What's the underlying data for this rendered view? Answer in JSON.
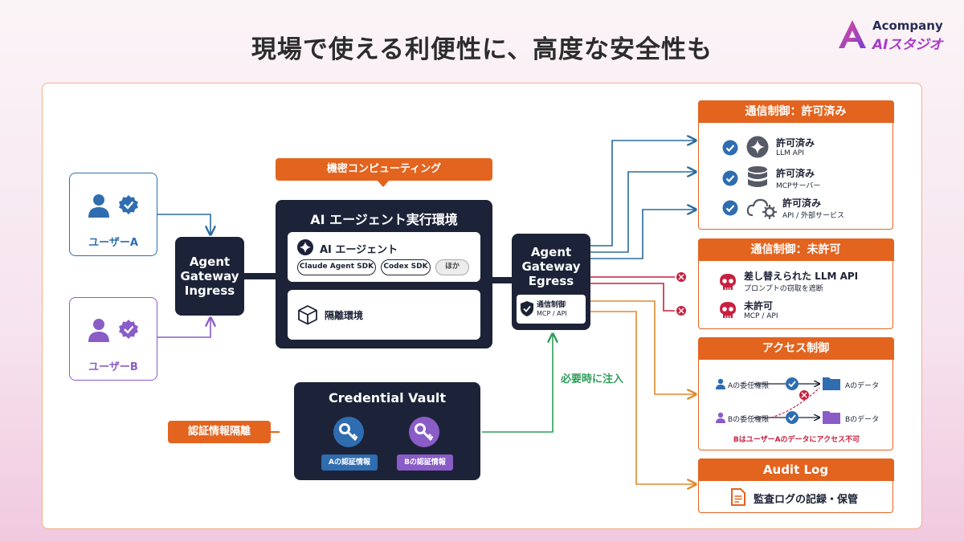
{
  "title": "現場で使える利便性に、高度な安全性も",
  "logo": {
    "line1": "Acompany",
    "line2": "AIスタジオ"
  },
  "users": [
    {
      "label": "ユーザーA",
      "color": "#2f6db0"
    },
    {
      "label": "ユーザーB",
      "color": "#8a5cc7"
    }
  ],
  "ingress": {
    "label": "Agent\nGateway\nIngress"
  },
  "confidential_tag": "機密コンピューティング",
  "runtime": {
    "title": "AI エージェント実行環境",
    "agent_label": "AI エージェント",
    "chips": [
      "Claude Agent SDK",
      "Codex SDK",
      "ほか"
    ],
    "isolation_label": "隔離環境"
  },
  "egress": {
    "label": "Agent\nGateway\nEgress",
    "control_title": "通信制御",
    "control_sub": "MCP / API"
  },
  "vault": {
    "title": "Credential Vault",
    "key_a": "Aの認証情報",
    "key_b": "Bの認証情報"
  },
  "isolation_tag": "認証情報隔離",
  "inject_label": "必要時に注入",
  "allowed_panel": {
    "title": "通信制御：許可済み",
    "items": [
      {
        "title": "許可済み",
        "sub": "LLM API",
        "icon": "sparkle-icon"
      },
      {
        "title": "許可済み",
        "sub": "MCPサーバー",
        "icon": "database-icon"
      },
      {
        "title": "許可済み",
        "sub": "API / 外部サービス",
        "icon": "cloud-gear-icon"
      }
    ]
  },
  "denied_panel": {
    "title": "通信制御：未許可",
    "items": [
      {
        "title": "差し替えられた LLM API",
        "sub": "プロンプトの窃取を遮断"
      },
      {
        "title": "未許可",
        "sub": "MCP / API"
      }
    ]
  },
  "access_panel": {
    "title": "アクセス制御",
    "row_a_left": "Aの委任権限",
    "row_a_right": "Aのデータ",
    "row_b_left": "Bの委任権限",
    "row_b_right": "Bのデータ",
    "note": "BはユーザーAのデータにアクセス不可"
  },
  "audit_panel": {
    "title": "Audit Log",
    "text": "監査ログの記録・保管"
  },
  "colors": {
    "navy": "#1c2338",
    "orange": "#e2641f",
    "blue_line": "#2a6b9e",
    "red_line": "#c8203f",
    "orange_line": "#e08a2e",
    "green_line": "#2f9e5a",
    "check": "#2f6db0"
  }
}
